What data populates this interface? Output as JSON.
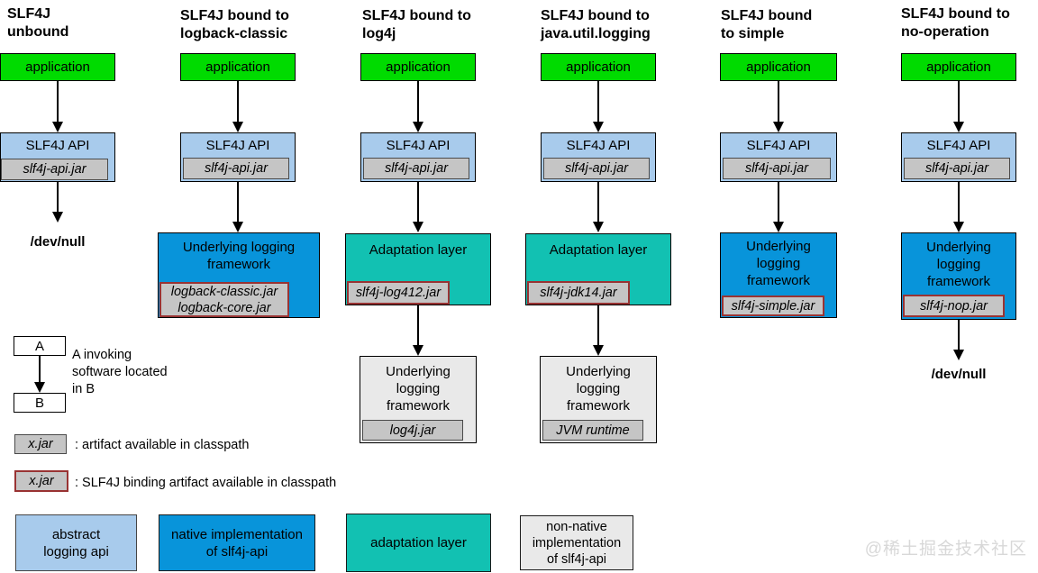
{
  "colors": {
    "application_green": "#00DB00",
    "slf4j_api_blue": "#A8CBEC",
    "native_implementation_blue": "#0894DA",
    "adaptation_layer_teal": "#12C1B2",
    "non_native_gray": "#E9E9E9",
    "jar_gray": "#C5C5C5",
    "binding_border_red": "#993333"
  },
  "columns": [
    {
      "title": "SLF4J\nunbound",
      "app": "application",
      "api": "SLF4J API",
      "api_jar": "slf4j-api.jar",
      "output": "/dev/null"
    },
    {
      "title": "SLF4J bound to\nlogback-classic",
      "app": "application",
      "api": "SLF4J API",
      "api_jar": "slf4j-api.jar",
      "framework": "Underlying logging\nframework",
      "framework_jars": "logback-classic.jar\nlogback-core.jar"
    },
    {
      "title": "SLF4J bound to\nlog4j",
      "app": "application",
      "api": "SLF4J API",
      "api_jar": "slf4j-api.jar",
      "adaptation": "Adaptation layer",
      "adaptation_jar": "slf4j-log412.jar",
      "underlying": "Underlying\nlogging\nframework",
      "underlying_jar": "log4j.jar"
    },
    {
      "title": "SLF4J bound to\njava.util.logging",
      "app": "application",
      "api": "SLF4J API",
      "api_jar": "slf4j-api.jar",
      "adaptation": "Adaptation layer",
      "adaptation_jar": "slf4j-jdk14.jar",
      "underlying": "Underlying\nlogging\nframework",
      "underlying_jar": "JVM runtime"
    },
    {
      "title": "SLF4J bound\nto simple",
      "app": "application",
      "api": "SLF4J API",
      "api_jar": "slf4j-api.jar",
      "framework": "Underlying\nlogging\nframework",
      "framework_jar": "slf4j-simple.jar"
    },
    {
      "title": "SLF4J bound to\nno-operation",
      "app": "application",
      "api": "SLF4J API",
      "api_jar": "slf4j-api.jar",
      "framework": "Underlying\nlogging\nframework",
      "framework_jar": "slf4j-nop.jar",
      "output": "/dev/null"
    }
  ],
  "legend": {
    "a": "A",
    "b": "B",
    "invoking": "A invoking\nsoftware located\nin B",
    "artifact_jar": "x.jar",
    "artifact_desc": ": artifact available in classpath",
    "binding_jar": "x.jar",
    "binding_desc": ": SLF4J binding artifact available in classpath"
  },
  "key": [
    {
      "label": "abstract\nlogging api"
    },
    {
      "label": "native implementation\nof slf4j-api"
    },
    {
      "label": "adaptation layer"
    },
    {
      "label": "non-native\nimplementation\nof slf4j-api"
    }
  ],
  "watermark": "@稀土掘金技术社区"
}
